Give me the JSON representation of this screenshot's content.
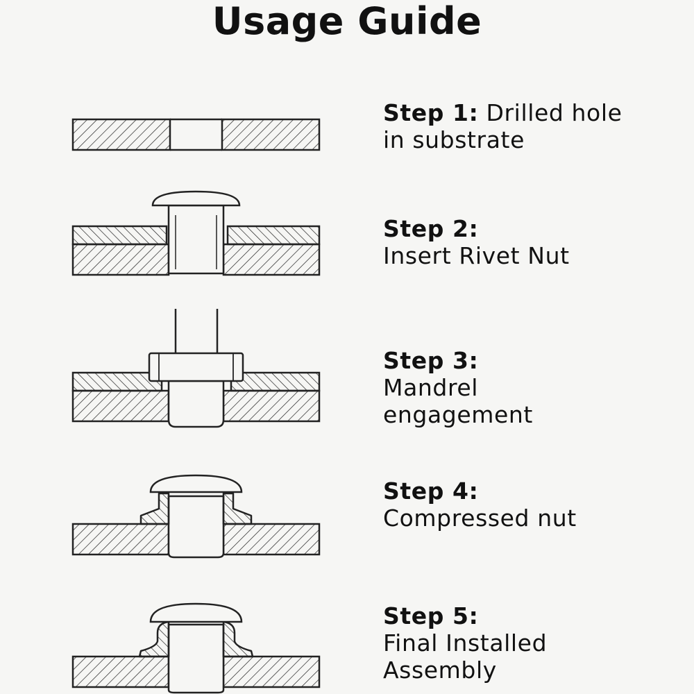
{
  "title": "Usage Guide",
  "steps": [
    {
      "step": "Step 1:",
      "line1": "Drilled hole",
      "line2": "in substrate",
      "line3": ""
    },
    {
      "step": "Step 2:",
      "line1": "Insert Rivet Nut",
      "line2": "",
      "line3": ""
    },
    {
      "step": "Step 3:",
      "line1": "Mandrel",
      "line2": "engagement",
      "line3": ""
    },
    {
      "step": "Step 4:",
      "line1": "Compressed nut",
      "line2": "",
      "line3": ""
    },
    {
      "step": "Step 5:",
      "line1": "Final Installed",
      "line2": "Assembly",
      "line3": ""
    }
  ]
}
